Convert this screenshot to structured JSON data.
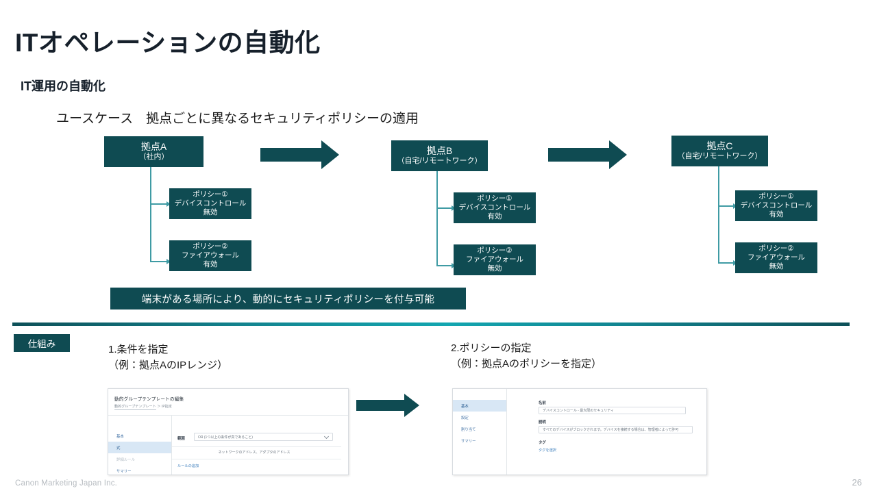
{
  "slide": {
    "title": "ITオペレーションの自動化",
    "section_title": "IT運用の自動化",
    "usecase": "ユースケース　拠点ごとに異なるセキュリティポリシーの適用",
    "banner": "端末がある場所により、動的にセキュリティポリシーを付与可能",
    "mechanism_badge": "仕組み",
    "footer_brand": "Canon Marketing Japan Inc.",
    "page_number": "26"
  },
  "colors": {
    "dark_teal": "#0f4b52",
    "connector_teal": "#3f9ba4",
    "divider_bright": "#13a6b0",
    "text_dark": "#16202b"
  },
  "groups": [
    {
      "site_name": "拠点A",
      "site_sub": "（社内）",
      "policies": [
        {
          "title": "ポリシー①",
          "feature": "デバイスコントロール",
          "state": "無効"
        },
        {
          "title": "ポリシー②",
          "feature": "ファイアウォール",
          "state": "有効"
        }
      ]
    },
    {
      "site_name": "拠点B",
      "site_sub": "（自宅/リモートワーク）",
      "policies": [
        {
          "title": "ポリシー①",
          "feature": "デバイスコントロール",
          "state": "有効"
        },
        {
          "title": "ポリシー②",
          "feature": "ファイアウォール",
          "state": "無効"
        }
      ]
    },
    {
      "site_name": "拠点C",
      "site_sub": "（自宅/リモートワーク）",
      "policies": [
        {
          "title": "ポリシー①",
          "feature": "デバイスコントロール",
          "state": "有効"
        },
        {
          "title": "ポリシー②",
          "feature": "ファイアウォール",
          "state": "無効"
        }
      ]
    }
  ],
  "steps": [
    {
      "label": "1.条件を指定\n（例：拠点AのIPレンジ）"
    },
    {
      "label": "2.ポリシーの指定\n（例：拠点Aのポリシーを指定）"
    }
  ],
  "mock_left": {
    "title": "動的グループテンプレートの編集",
    "breadcrumb_link": "動的グループテンプレート",
    "breadcrumb_sep": "＞",
    "breadcrumb_current": "IP指定",
    "sidebar": [
      {
        "label": "基本",
        "state": "normal"
      },
      {
        "label": "式",
        "state": "selected"
      },
      {
        "label": "詳細ルール",
        "state": "disabled"
      },
      {
        "label": "サマリー",
        "state": "normal"
      }
    ],
    "operator_label": "範囲",
    "operator_value": "OR (1つ以上の条件が真であること)",
    "rule_note": "ネットワークのアドレス、アダプタのアドレス",
    "add_rule_link": "ルールの追加"
  },
  "mock_right": {
    "sidebar": [
      {
        "label": "基本",
        "state": "selected"
      },
      {
        "label": "設定",
        "state": "normal"
      },
      {
        "label": "割り当て",
        "state": "normal"
      },
      {
        "label": "サマリー",
        "state": "normal"
      }
    ],
    "name_label": "名前",
    "name_value": "デバイスコントロール - 最大限のセキュリティ",
    "desc_label": "説明",
    "desc_value": "すべてのデバイスがブロックされます。デバイスを接続する場合は、管理者によって許可",
    "tag_label": "タグ",
    "tag_link": "タグを選択"
  }
}
